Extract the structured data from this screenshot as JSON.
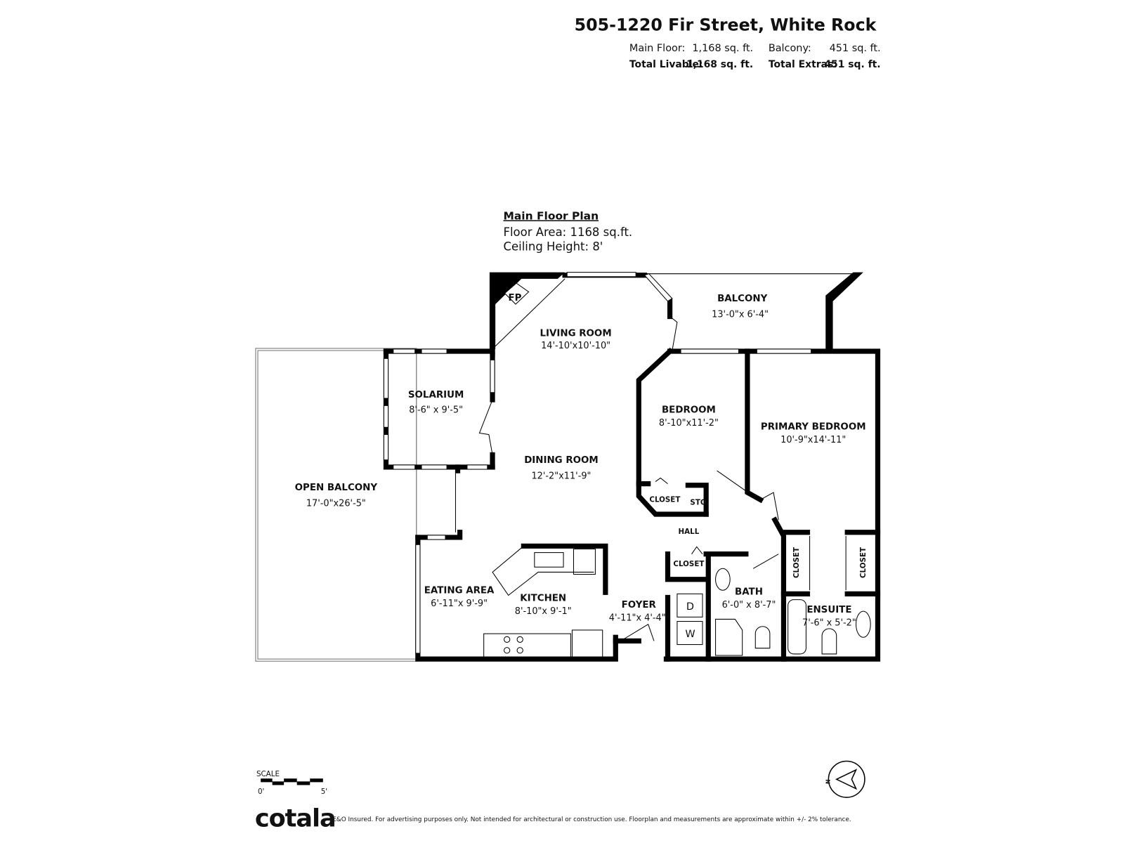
{
  "header": {
    "address": "505-1220 Fir Street, White Rock",
    "main_floor_label": "Main Floor:",
    "main_floor_value": "1,168 sq. ft.",
    "balcony_label": "Balcony:",
    "balcony_value": "451 sq. ft.",
    "total_livable_label": "Total Livable:",
    "total_livable_value": "1,168 sq. ft.",
    "total_extras_label": "Total Extras:",
    "total_extras_value": "451 sq. ft."
  },
  "plan": {
    "title": "Main Floor Plan",
    "floor_area": "Floor Area: 1168 sq.ft.",
    "ceiling_height": "Ceiling Height: 8'"
  },
  "rooms": {
    "fp": "FP",
    "balcony": {
      "name": "BALCONY",
      "dims": "13'-0\"x  6'-4\""
    },
    "living": {
      "name": "LIVING ROOM",
      "dims": "14'-10'x10'-10\""
    },
    "solarium": {
      "name": "SOLARIUM",
      "dims": "8'-6\" x 9'-5\""
    },
    "dining": {
      "name": "DINING ROOM",
      "dims": "12'-2\"x11'-9\""
    },
    "open_balcony": {
      "name": "OPEN BALCONY",
      "dims": "17'-0\"x26'-5\""
    },
    "bedroom": {
      "name": "BEDROOM",
      "dims": "8'-10\"x11'-2\""
    },
    "primary": {
      "name": "PRIMARY BEDROOM",
      "dims": "10'-9\"x14'-11\""
    },
    "closet1": "CLOSET",
    "sto": "STO.",
    "hall": "HALL",
    "closet2": "CLOSET",
    "closet3": "CLOSET",
    "closet4": "CLOSET",
    "eating": {
      "name": "EATING AREA",
      "dims": "6'-11\"x 9'-9\""
    },
    "kitchen": {
      "name": "KITCHEN",
      "dims": "8'-10\"x 9'-1\""
    },
    "foyer": {
      "name": "FOYER",
      "dims": "4'-11\"x 4'-4\""
    },
    "bath": {
      "name": "BATH",
      "dims": "6'-0\" x 8'-7\""
    },
    "ensuite": {
      "name": "ENSUITE",
      "dims": "7'-6\" x 5'-2\""
    },
    "dryer": "D",
    "washer": "W"
  },
  "scale": {
    "label": "SCALE",
    "start": "0'",
    "end": "5'"
  },
  "compass": {
    "north": "N",
    "icon": "north-arrow-icon"
  },
  "footer": {
    "logo": "cotala",
    "disclaimer": "E&O Insured. For advertising purposes only. Not intended for architectural or construction use. Floorplan and measurements are approximate within +/- 2% tolerance."
  }
}
